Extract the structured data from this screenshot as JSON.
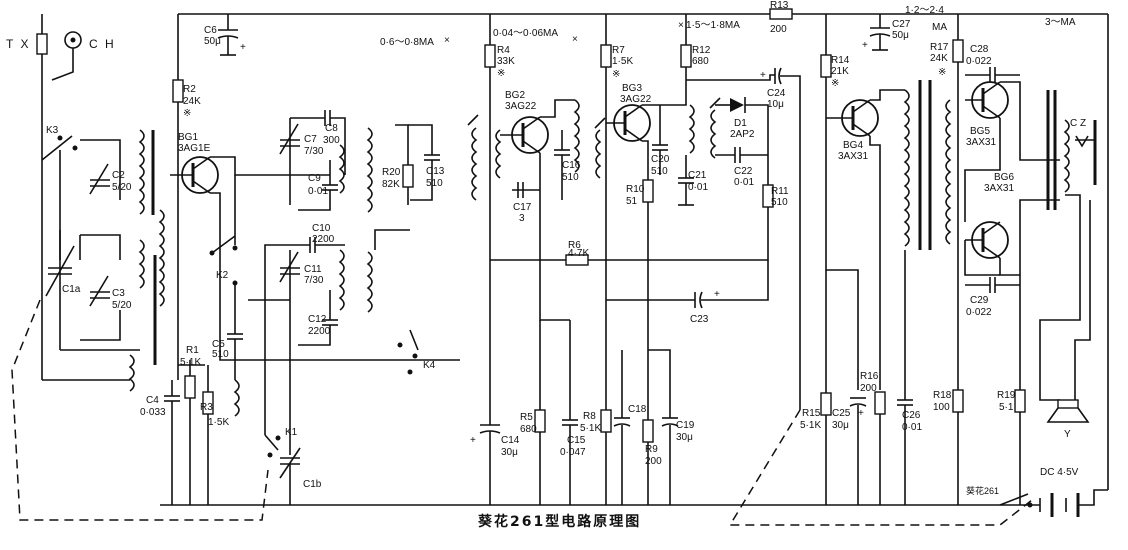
{
  "title": "葵花261型电路原理图",
  "terminals": {
    "tx": "T X",
    "ch": "C H"
  },
  "transistors": {
    "bg1": {
      "name": "BG1",
      "type": "3AG1E"
    },
    "bg2": {
      "name": "BG2",
      "type": "3AG22"
    },
    "bg3": {
      "name": "BG3",
      "type": "3AG22"
    },
    "bg4": {
      "name": "BG4",
      "type": "3AX31"
    },
    "bg5": {
      "name": "BG5",
      "type": "3AX31"
    },
    "bg6": {
      "name": "BG6",
      "type": "3AX31"
    }
  },
  "resistors": {
    "r1": {
      "name": "R1",
      "value": "5·1K"
    },
    "r2": {
      "name": "R2",
      "value": "24K"
    },
    "r3": {
      "name": "R3",
      "value": "1·5K"
    },
    "r4": {
      "name": "R4",
      "value": "33K"
    },
    "r5": {
      "name": "R5",
      "value": "680"
    },
    "r6": {
      "name": "R6",
      "value": "4·7K"
    },
    "r7": {
      "name": "R7",
      "value": "1·5K"
    },
    "r8": {
      "name": "R8",
      "value": "5·1K"
    },
    "r9": {
      "name": "R9",
      "value": "200"
    },
    "r10": {
      "name": "R10",
      "value": "51"
    },
    "r11": {
      "name": "R11",
      "value": "510"
    },
    "r12": {
      "name": "R12",
      "value": "680"
    },
    "r13": {
      "name": "R13",
      "value": "200"
    },
    "r14": {
      "name": "R14",
      "value": "21K"
    },
    "r15": {
      "name": "R15",
      "value": "5·1K"
    },
    "r16": {
      "name": "R16",
      "value": "200"
    },
    "r17": {
      "name": "R17",
      "value": "24K"
    },
    "r18": {
      "name": "R18",
      "value": "100"
    },
    "r19": {
      "name": "R19",
      "value": "5·1"
    },
    "r20": {
      "name": "R20",
      "value": "82K"
    }
  },
  "capacitors": {
    "c1a": "C1a",
    "c1b": "C1b",
    "c2": {
      "name": "C2",
      "value": "5/20"
    },
    "c3": {
      "name": "C3",
      "value": "5/20"
    },
    "c4": {
      "name": "C4",
      "value": "0·033"
    },
    "c5": {
      "name": "C5",
      "value": "510"
    },
    "c6": {
      "name": "C6",
      "value": "50μ"
    },
    "c7": {
      "name": "C7",
      "value": "7/30"
    },
    "c8": {
      "name": "C8",
      "value": "300"
    },
    "c9": {
      "name": "C9",
      "value": "0·01"
    },
    "c10": {
      "name": "C10",
      "value": "2200"
    },
    "c11": {
      "name": "C11",
      "value": "7/30"
    },
    "c12": {
      "name": "C12",
      "value": "2200"
    },
    "c13": {
      "name": "C13",
      "value": "510"
    },
    "c14": {
      "name": "C14",
      "value": "30μ"
    },
    "c15": {
      "name": "C15",
      "value": "0·047"
    },
    "c16": {
      "name": "C16",
      "value": "510"
    },
    "c17": {
      "name": "C17",
      "value": "3"
    },
    "c18": {
      "name": "C18",
      "value": ""
    },
    "c19": {
      "name": "C19",
      "value": "30μ"
    },
    "c20": {
      "name": "C20",
      "value": "510"
    },
    "c21": {
      "name": "C21",
      "value": "0·01"
    },
    "c22": {
      "name": "C22",
      "value": "0·01"
    },
    "c23": {
      "name": "C23",
      "value": ""
    },
    "c24": {
      "name": "C24",
      "value": "10μ"
    },
    "c25": {
      "name": "C25",
      "value": "30μ"
    },
    "c26": {
      "name": "C26",
      "value": "0·01"
    },
    "c27": {
      "name": "C27",
      "value": "50μ"
    },
    "c28": {
      "name": "C28",
      "value": "0·022"
    },
    "c29": {
      "name": "C29",
      "value": "0·022"
    }
  },
  "switches": {
    "k1": "K1",
    "k2": "K2",
    "k3": "K3",
    "k4": "K4"
  },
  "diode": {
    "name": "D1",
    "type": "2AP2"
  },
  "currents": {
    "i1": "0·6～0·8MA",
    "i2": "0·04～0·06MA",
    "i3": "1·5～1·8MA",
    "i4": "1·2～2·4",
    "i4_unit": "MA",
    "i5": "3～MA"
  },
  "misc": {
    "cz": "C Z",
    "speaker": "Y",
    "dc": "DC 4·5V",
    "brand": "葵花261",
    "plus": "+"
  }
}
